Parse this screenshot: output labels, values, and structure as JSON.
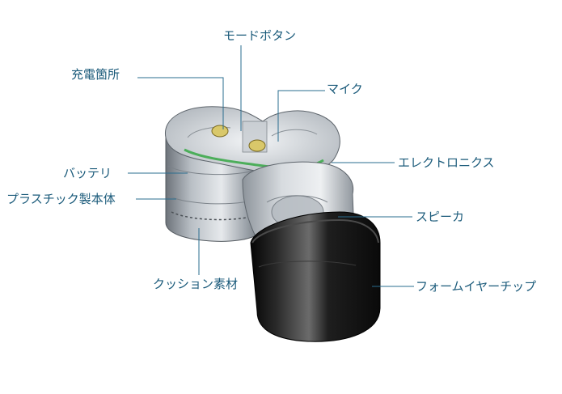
{
  "labels": {
    "mode_button": "モードボタン",
    "charging_point": "充電箇所",
    "mic": "マイク",
    "battery": "バッテリ",
    "electronics": "エレクトロニクス",
    "plastic_body": "プラスチック製本体",
    "speaker": "スピーカ",
    "cushion_material": "クッション素材",
    "foam_eartip": "フォームイヤーチップ"
  },
  "colors": {
    "label_text": "#1a5a7a",
    "leader_line": "#2a6d8f",
    "pcb_green": "#4cae5a",
    "contact_gold": "#d9c86a",
    "eartip_black": "#141414"
  }
}
